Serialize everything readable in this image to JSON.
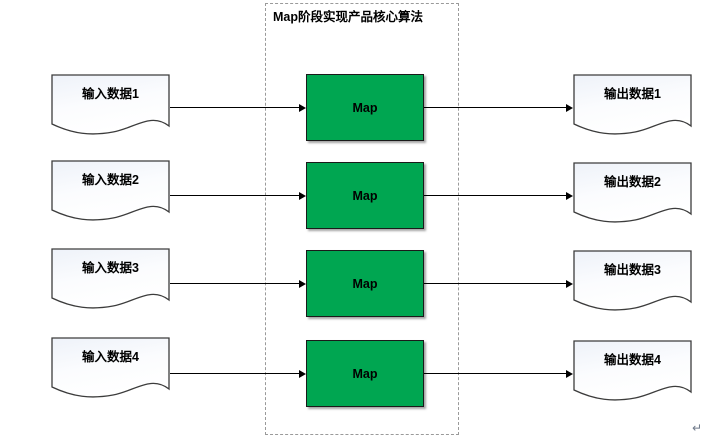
{
  "diagram": {
    "type": "flowchart",
    "title": "Map阶段实现产品核心算法",
    "colors": {
      "process_fill": "#00A651",
      "process_border": "#1a1a1a",
      "document_fill_start": "#f2f5fa",
      "document_fill_end": "#ffffff",
      "document_border": "#3c3c3c",
      "container_border": "#9a9a9a",
      "arrow": "#000000",
      "text": "#000000"
    },
    "container": {
      "label": "Map阶段实现产品核心算法",
      "border_style": "dashed"
    },
    "rows": [
      {
        "input": "输入数据1",
        "process": "Map",
        "output": "输出数据1"
      },
      {
        "input": "输入数据2",
        "process": "Map",
        "output": "输出数据2"
      },
      {
        "input": "输入数据3",
        "process": "Map",
        "output": "输出数据3"
      },
      {
        "input": "输入数据4",
        "process": "Map",
        "output": "输出数据4"
      }
    ],
    "marks": {
      "paragraph_mark": "↵"
    }
  }
}
